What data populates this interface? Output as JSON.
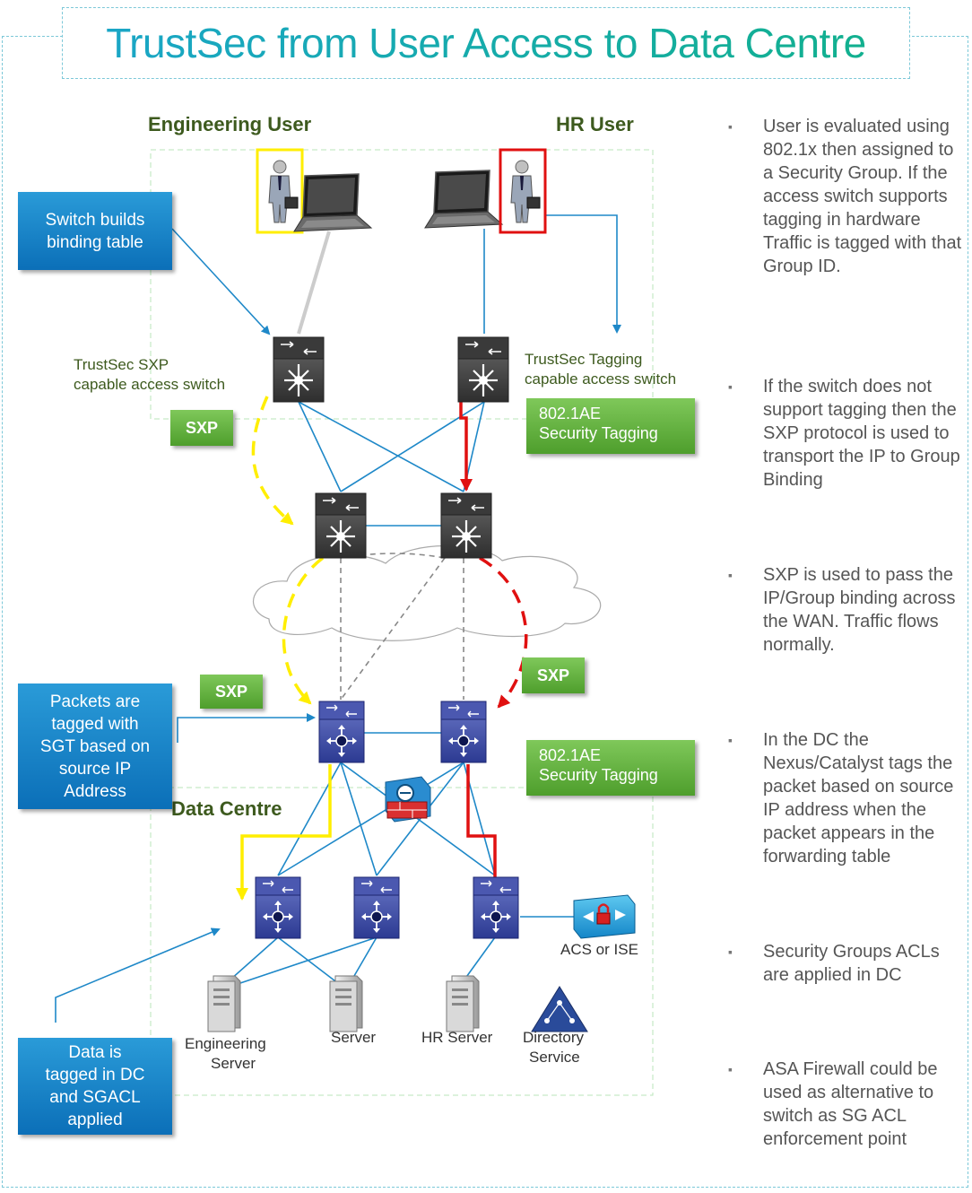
{
  "title": "TrustSec from User Access to Data Centre",
  "zones": {
    "engineering_user": "Engineering User",
    "hr_user": "HR User",
    "data_centre": "Data Centre"
  },
  "callouts": {
    "binding": "Switch builds\nbinding table",
    "packets": "Packets are\ntagged with\nSGT based on\nsource IP\nAddress",
    "data": "Data is\ntagged in DC\nand SGACL\napplied"
  },
  "tags": {
    "sxp_1": "SXP",
    "sxp_2": "SXP",
    "sxp_3": "SXP",
    "ae_1": "802.1AE\n Security Tagging",
    "ae_2": "802.1AE\n Security Tagging"
  },
  "device_labels": {
    "sxp_switch_line1": "TrustSec SXP",
    "sxp_switch_line2": "capable access  switch",
    "tag_switch_line1": "TrustSec Tagging",
    "tag_switch_line2": "capable access  switch",
    "acs": "ACS or ISE",
    "eng_server_line1": "Engineering",
    "eng_server_line2": "Server",
    "server": "Server",
    "hr_server": "HR  Server",
    "dir_line1": "Directory",
    "dir_line2": "Service"
  },
  "bullets": [
    "User is evaluated using 802.1x then assigned to a Security Group.  If the access switch supports tagging in hardware Traffic is tagged with that Group ID.",
    "If the switch does not support tagging then the SXP protocol is used to transport the IP to Group Binding",
    "SXP is used to pass the IP/Group binding across the WAN.  Traffic flows normally.",
    "In the DC the Nexus/Catalyst tags the packet based on source IP address when the packet appears in the forwarding table",
    "Security Groups ACLs are applied in DC",
    "ASA Firewall could be used as alternative to switch as SG ACL enforcement point"
  ],
  "bullet_marker": "▪",
  "colors": {
    "title_gradient_start": "#1aa6c6",
    "title_gradient_end": "#12b08f",
    "link": "#1e88c8",
    "yellow_path": "#ffee00",
    "red_path": "#e01010",
    "callout_blue": "#0b6fb8",
    "tag_green": "#4e9e2c"
  }
}
